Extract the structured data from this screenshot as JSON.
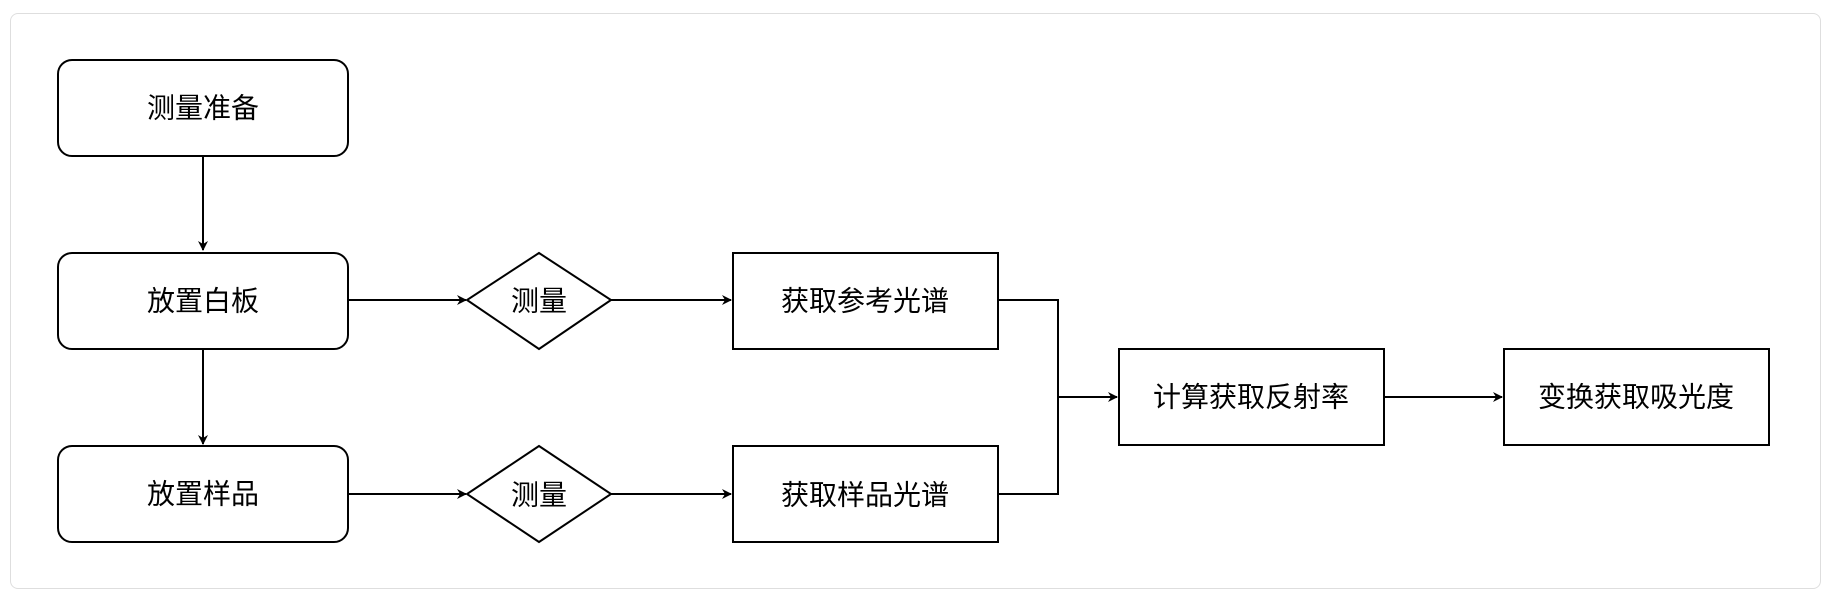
{
  "diagram": {
    "nodes": {
      "prep": "测量准备",
      "white": "放置白板",
      "sample": "放置样品",
      "measure1": "测量",
      "measure2": "测量",
      "ref_spec": "获取参考光谱",
      "sample_spec": "获取样品光谱",
      "reflect": "计算获取反射率",
      "absorb": "变换获取吸光度"
    },
    "edges": [
      [
        "prep",
        "white"
      ],
      [
        "white",
        "sample"
      ],
      [
        "white",
        "measure1"
      ],
      [
        "measure1",
        "ref_spec"
      ],
      [
        "sample",
        "measure2"
      ],
      [
        "measure2",
        "sample_spec"
      ],
      [
        "ref_spec",
        "reflect"
      ],
      [
        "sample_spec",
        "reflect"
      ],
      [
        "reflect",
        "absorb"
      ]
    ]
  }
}
